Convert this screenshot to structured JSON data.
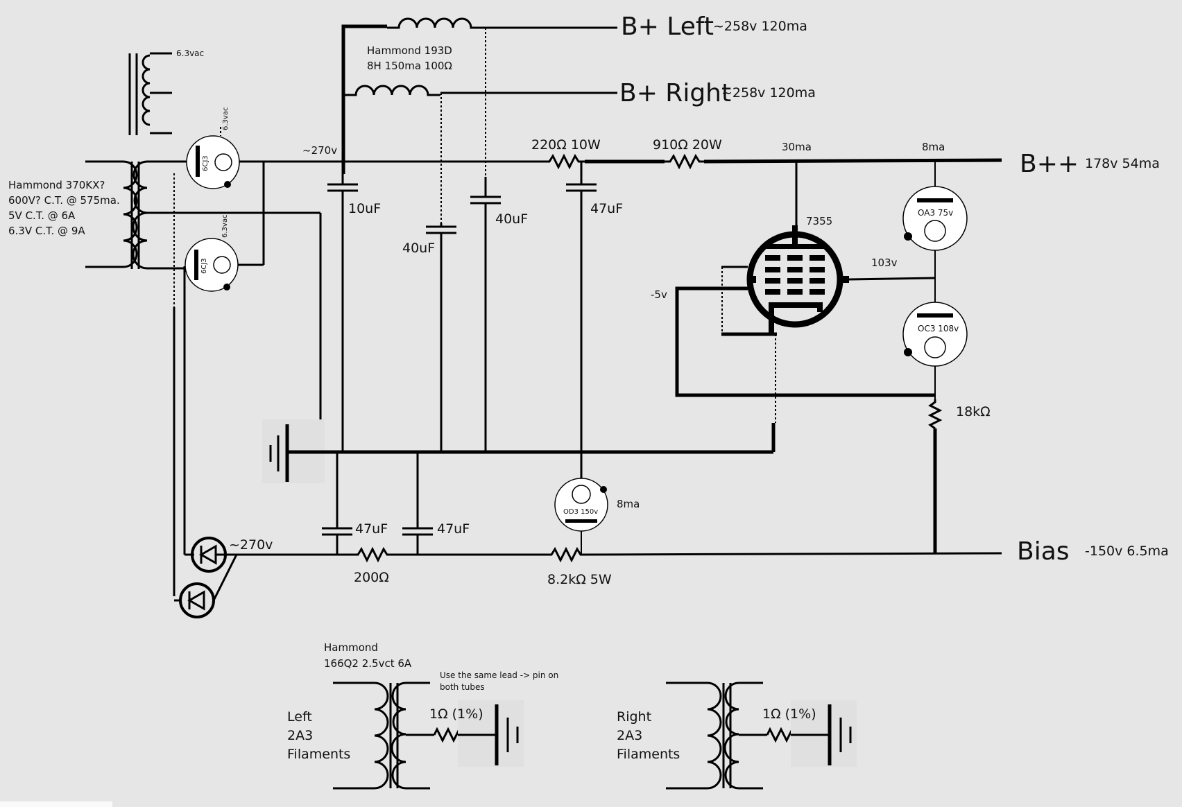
{
  "labels": {
    "b_left": "B+ Left",
    "b_left_val": "~258v 120ma",
    "b_right": "B+ Right",
    "b_right_val": "~258v 120ma",
    "choke_1": "Hammond 193D",
    "choke_2": "8H 150ma 100Ω",
    "sec_6v3_top": "6.3vac",
    "tube_6v3_a": "6.3vac",
    "tube_6v3_b": "6.3vac",
    "tube_6cj3_a": "6CJ3",
    "tube_6cj3_b": "6CJ3",
    "pt_1": "Hammond 370KX?",
    "pt_2": "600V? C.T. @ 575ma.",
    "pt_3": "5V C.T. @ 6A",
    "pt_4": "6.3V C.T. @ 9A",
    "v270_top": "~270v",
    "r220": "220Ω 10W",
    "r910": "910Ω 20W",
    "ma30": "30ma",
    "ma8_top": "8ma",
    "bpp": "B++",
    "bpp_val": "178v 54ma",
    "c10": "10uF",
    "c40a": "40uF",
    "c40b": "40uF",
    "c47_top": "47uF",
    "t7355": "7355",
    "oa3": "OA3  75v",
    "v103": "103v",
    "v_neg5": "-5v",
    "oc3": "OC3  108v",
    "r18k": "18kΩ",
    "od3": "OD3 150v",
    "ma8_mid": "8ma",
    "v270_bot": "~270v",
    "c47_a": "47uF",
    "c47_b": "47uF",
    "r200": "200Ω",
    "r8k2": "8.2kΩ 5W",
    "bias": "Bias",
    "bias_val": "-150v 6.5ma",
    "ft_1": "Hammond",
    "ft_2": "166Q2 2.5vct 6A",
    "note_1": "Use the same lead -> pin on",
    "note_2": "both tubes",
    "left_1": "Left",
    "left_2": "2A3",
    "left_3": "Filaments",
    "r1_left": "1Ω (1%)",
    "right_1": "Right",
    "right_2": "2A3",
    "right_3": "Filaments",
    "r1_right": "1Ω (1%)"
  }
}
